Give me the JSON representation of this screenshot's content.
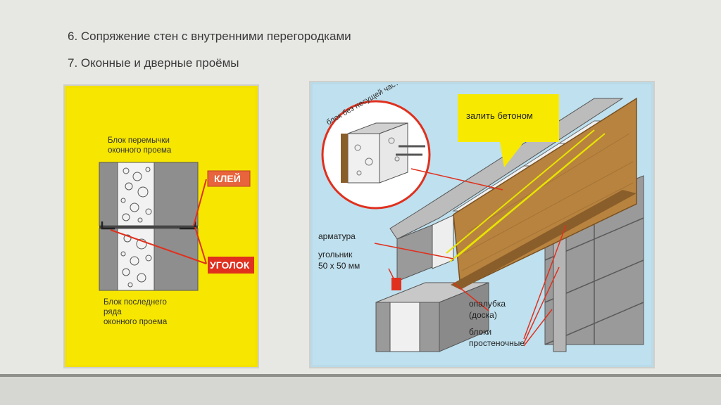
{
  "slide": {
    "heading_6": "6. Сопряжение стен с внутренними перегородками",
    "heading_7": "7. Оконные и дверные проёмы"
  },
  "left_diagram": {
    "label_top_line1": "Блок перемычки",
    "label_top_line2": "оконного проема",
    "label_glue": "КЛЕЙ",
    "label_corner": "УГОЛОК",
    "label_bottom_line1": "Блок последнего",
    "label_bottom_line2": "ряда",
    "label_bottom_line3": "оконного проема"
  },
  "right_diagram": {
    "label_block_no_bearing": "блок без несущей части",
    "label_pour_concrete": "залить бетоном",
    "label_rebar": "арматура",
    "label_angle_line1": "угольник",
    "label_angle_line2": "50 х 50 мм",
    "label_formwork_line1": "опалубка",
    "label_formwork_line2": "(доска)",
    "label_blocks_line1": "блоки",
    "label_blocks_line2": "простеночные"
  },
  "colors": {
    "yellow_panel": "#f6e600",
    "blue_panel": "#bfe0ee",
    "callout_red": "#e0301e",
    "glue_box": "#e8643c",
    "block_gray": "#8e8e8e",
    "wood": "#b7833f"
  }
}
